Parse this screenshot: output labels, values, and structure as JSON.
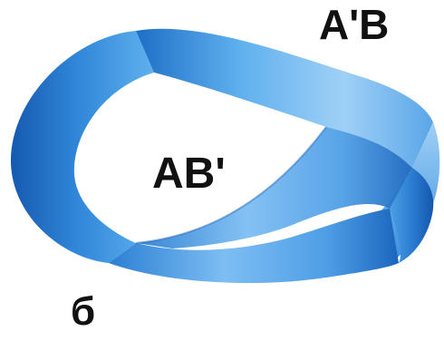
{
  "figure": {
    "labels": {
      "top_right": "A'B",
      "center": "AB'",
      "panel": "б"
    },
    "colors": {
      "band_light": "#8fc7f3",
      "band_mid": "#3c93df",
      "band_dark": "#1660b8",
      "background": "#ffffff",
      "text": "#111111"
    }
  }
}
